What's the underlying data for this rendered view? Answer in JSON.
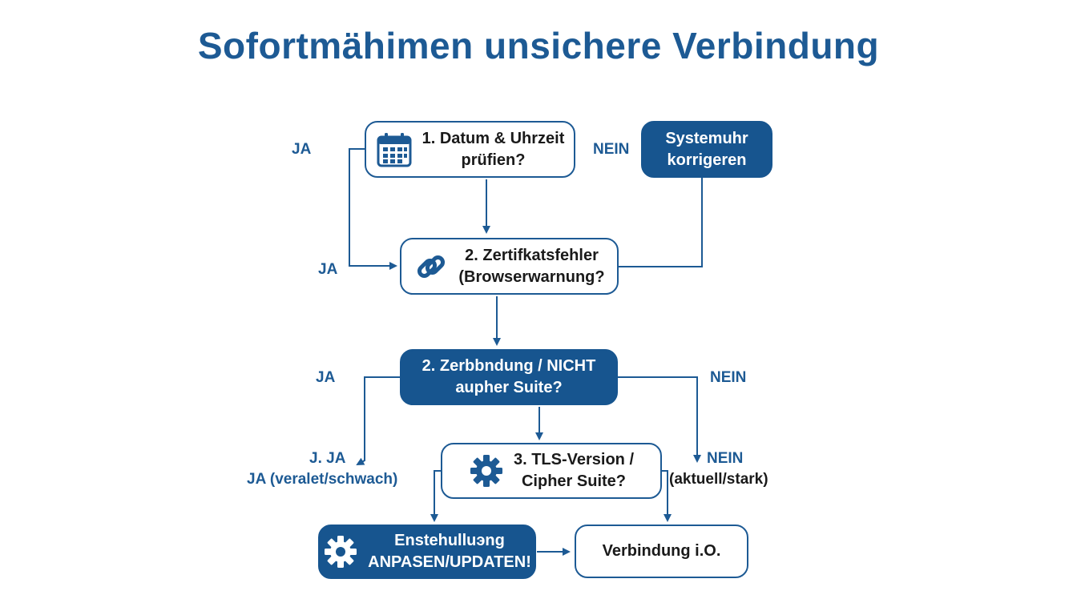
{
  "title": "Sofortmähimen unsichere Verbindung",
  "colors": {
    "primary": "#17558f",
    "text": "#1a1a1a",
    "background": "#ffffff"
  },
  "nodes": {
    "datum": {
      "line1": "1. Datum & Uhrzeit",
      "line2": "prüfien?",
      "icon": "calendar-icon"
    },
    "systemuhr": {
      "line1": "Systemuhr",
      "line2": "korrigeren"
    },
    "zertifikat": {
      "line1": "2. Zertifkatsfehler",
      "line2": "(Browserwarnung?",
      "icon": "link-icon"
    },
    "verbindung_nicht": {
      "line1": "2. Zerbbndung / NICHT",
      "line2": "aupher Suite?"
    },
    "tls": {
      "line1": "3. TLS-Version /",
      "line2": "Cipher Suite?",
      "icon": "gear-icon"
    },
    "einstellung": {
      "line1": "Enstehulluэng",
      "line2": "ANPASEN/UPDATEN!",
      "icon": "gear-icon"
    },
    "verbindung_io": {
      "line1": "Verbindung i.O."
    }
  },
  "labels": {
    "ja_top": "JA",
    "nein_top": "NEIN",
    "ja_mid": "JA",
    "ja_third": "JA",
    "nein_third": "NEIN",
    "j_ja": "J. JA",
    "ja_veraltet": "JA (veralet/schwach)",
    "nein_bottom": "NEIN",
    "aktuell_stark": "(aktuell/stark)"
  }
}
